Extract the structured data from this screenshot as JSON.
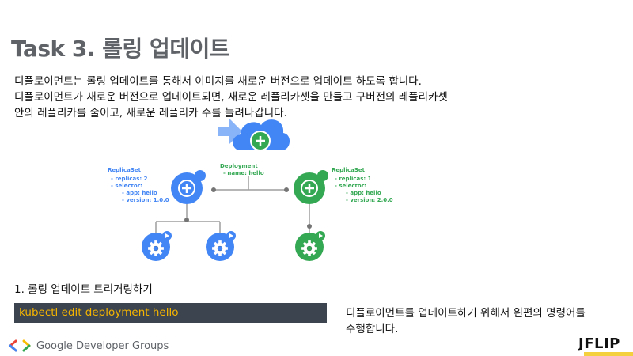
{
  "slide": {
    "title": "Task 3. 롤링 업데이트",
    "description_lines": [
      "디플로이먼트는 롤링 업데이트를 통해서 이미지를 새로운 버전으로 업데이트 하도록 합니다.",
      "디플로이먼트가 새로운 버전으로 업데이트되면, 새로운 레플리카셋을 만들고 구버전의 레플리카셋",
      "안의 레플리카를 줄이고, 새로운 레플리카 수를 늘려나갑니다."
    ],
    "step_label": "1. 롤링 업데이트 트리거링하기",
    "command": "kubectl edit deployment hello",
    "note_lines": [
      "디플로이먼트를 업데이트하기 위해서 왼편의 명령어를",
      "수행합니다."
    ]
  },
  "diagram": {
    "deployment": {
      "title": "Deployment",
      "spec": "-   name: hello"
    },
    "replicaset_old": {
      "title": "ReplicaSet",
      "lines": [
        "-   replicas: 2",
        "-   selector:",
        "-   app: hello",
        "-   version: 1.0.0"
      ]
    },
    "replicaset_new": {
      "title": "ReplicaSet",
      "lines": [
        "-   replicas: 1",
        "-   selector:",
        "-   app: hello",
        "-   version: 2.0.0"
      ]
    },
    "colors": {
      "blue": "#4285f4",
      "green": "#34a853",
      "green_dark": "#1e8e3e",
      "arrow": "#8ab4f8",
      "line": "#9e9e9e"
    }
  },
  "footer": {
    "brand": "Google Developer Groups",
    "logo_text": "JFLIP",
    "logo_accent": "#f4d03f"
  },
  "icons": [
    "cloud-icon",
    "arrow-right-icon",
    "plus-node-icon",
    "pod-gear-icon",
    "gdg-chevrons-icon"
  ]
}
